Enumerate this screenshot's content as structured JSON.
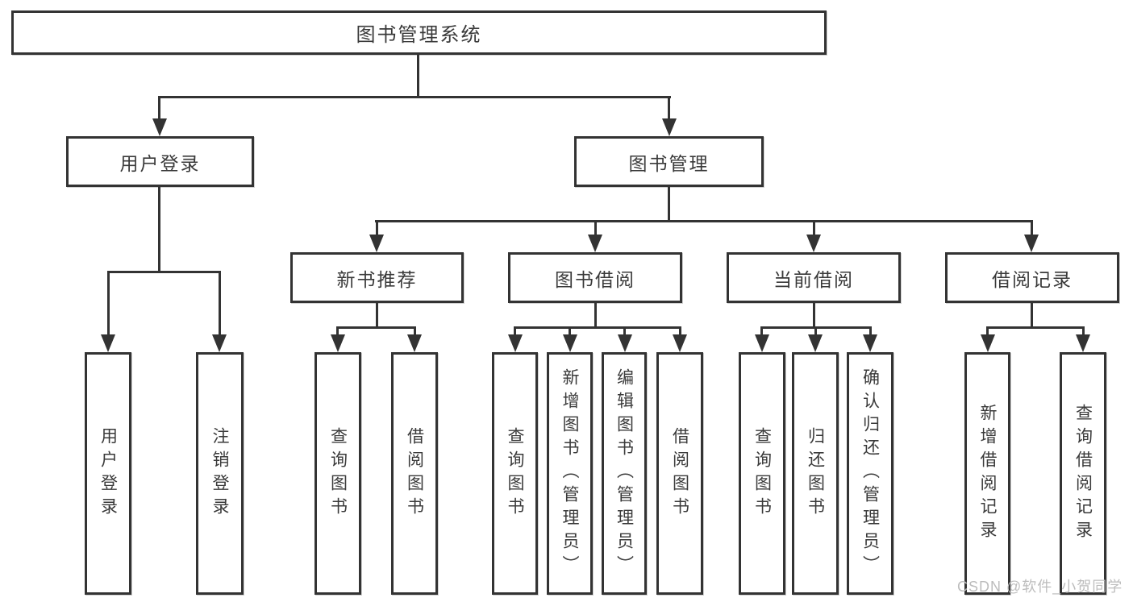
{
  "diagram": {
    "title": "图书管理系统",
    "branches": {
      "user_login": {
        "label": "用户登录",
        "children": [
          "用户登录",
          "注销登录"
        ]
      },
      "book_management": {
        "label": "图书管理",
        "sections": [
          {
            "label": "新书推荐",
            "children": [
              "查询图书",
              "借阅图书"
            ]
          },
          {
            "label": "图书借阅",
            "children": [
              "查询图书",
              "新增图书（管理员）",
              "编辑图书（管理员）",
              "借阅图书"
            ]
          },
          {
            "label": "当前借阅",
            "children": [
              "查询图书",
              "归还图书",
              "确认归还（管理员）"
            ]
          },
          {
            "label": "借阅记录",
            "children": [
              "新增借阅记录",
              "查询借阅记录"
            ]
          }
        ]
      }
    }
  },
  "watermark": "CSDN @软件_小贺同学",
  "colors": {
    "line": "#333333",
    "text": "#3a3a3a",
    "watermark": "#bdbdbd",
    "background": "#ffffff"
  }
}
